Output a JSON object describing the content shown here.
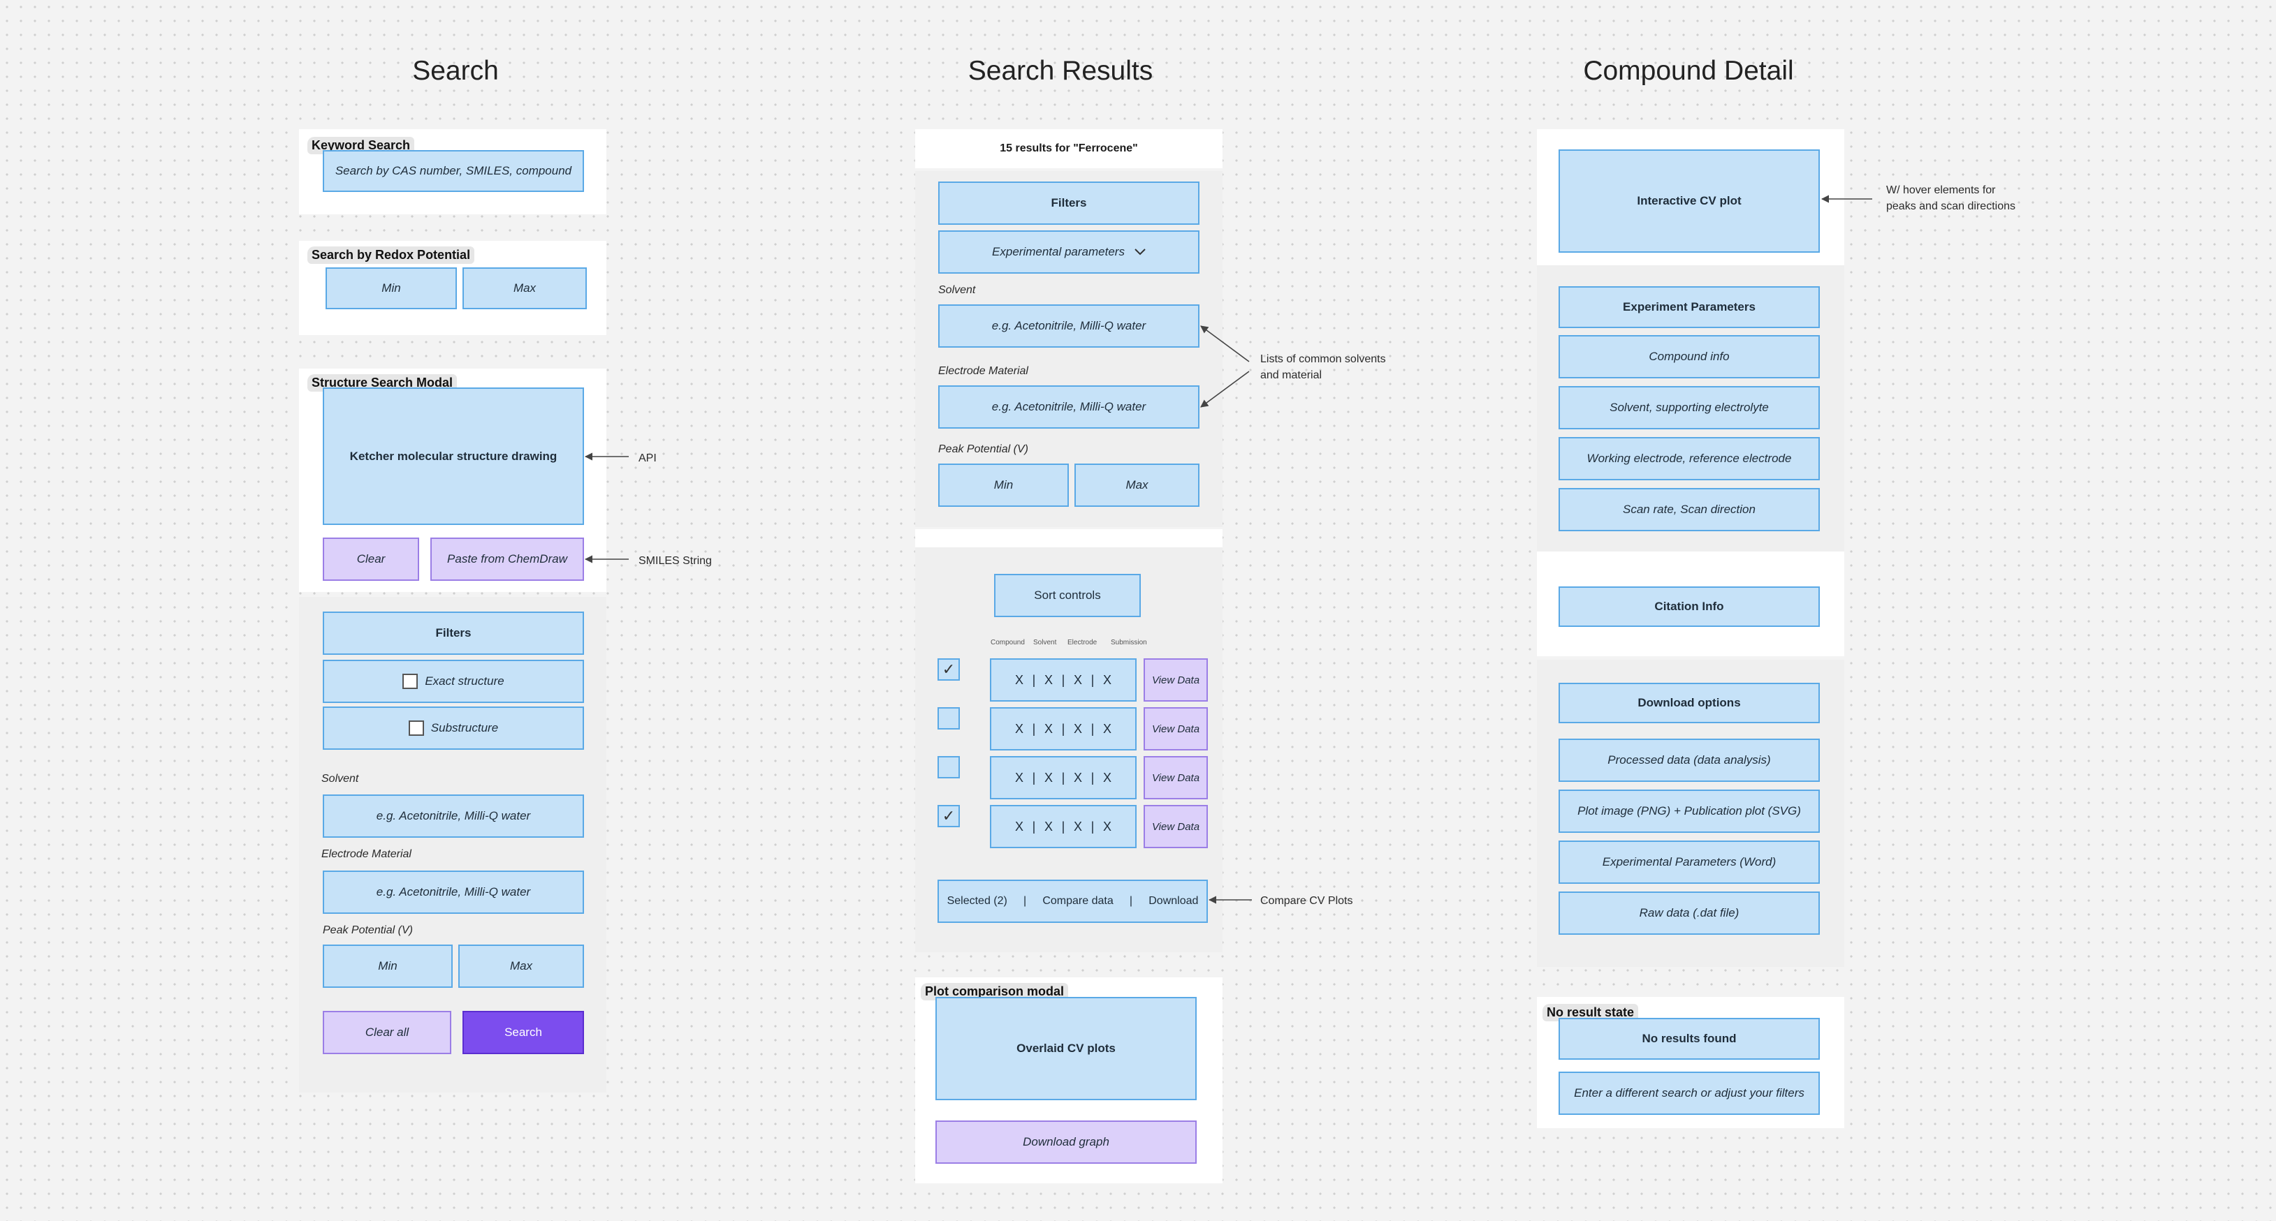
{
  "headings": {
    "search": "Search",
    "results": "Search Results",
    "detail": "Compound Detail"
  },
  "search": {
    "keyword": {
      "tag": "Keyword Search",
      "placeholder": "Search by CAS number, SMILES, compound"
    },
    "redox": {
      "tag": "Search by Redox Potential",
      "min": "Min",
      "max": "Max"
    },
    "structure": {
      "tag": "Structure Search Modal",
      "drawing": "Ketcher molecular structure drawing",
      "clear": "Clear",
      "paste": "Paste from ChemDraw",
      "api_note": "API",
      "smiles_note": "SMILES String"
    },
    "filters": {
      "title": "Filters",
      "exact": "Exact structure",
      "sub": "Substructure",
      "solvent_label": "Solvent",
      "solvent_placeholder": "e.g. Acetonitrile, Milli-Q water",
      "electrode_label": "Electrode Material",
      "electrode_placeholder": "e.g. Acetonitrile, Milli-Q water",
      "peak_label": "Peak Potential (V)",
      "min": "Min",
      "max": "Max",
      "clear_all": "Clear all",
      "search": "Search"
    }
  },
  "results": {
    "count_text": "15 results for \"Ferrocene\"",
    "filters": "Filters",
    "exp_params": "Experimental parameters",
    "solvent_label": "Solvent",
    "solvent_placeholder": "e.g. Acetonitrile, Milli-Q water",
    "electrode_label": "Electrode Material",
    "electrode_placeholder": "e.g. Acetonitrile, Milli-Q water",
    "peak_label": "Peak Potential (V)",
    "min": "Min",
    "max": "Max",
    "lists_note_1": "Lists of common solvents",
    "lists_note_2": "and material",
    "sort": "Sort controls",
    "columns": [
      "Compound",
      "Solvent",
      "Electrode",
      "Submission"
    ],
    "rows": [
      {
        "checked": true,
        "cells": [
          "X",
          "X",
          "X",
          "X"
        ],
        "action": "View Data"
      },
      {
        "checked": false,
        "cells": [
          "X",
          "X",
          "X",
          "X"
        ],
        "action": "View Data"
      },
      {
        "checked": false,
        "cells": [
          "X",
          "X",
          "X",
          "X"
        ],
        "action": "View Data"
      },
      {
        "checked": true,
        "cells": [
          "X",
          "X",
          "X",
          "X"
        ],
        "action": "View Data"
      }
    ],
    "separator": "|",
    "selected": "Selected (2)",
    "compare": "Compare data",
    "download": "Download",
    "compare_note": "Compare CV Plots",
    "plot_modal": {
      "tag": "Plot comparison modal",
      "overlaid": "Overlaid CV plots",
      "download_graph": "Download graph"
    }
  },
  "detail": {
    "cv_plot": "Interactive CV plot",
    "hover_note_1": "W/ hover elements for",
    "hover_note_2": "peaks and scan directions",
    "exp_params": "Experiment Parameters",
    "compound_info": "Compound info",
    "solvent": "Solvent, supporting electrolyte",
    "electrodes": "Working electrode, reference electrode",
    "scan": "Scan rate, Scan direction",
    "citation": "Citation Info",
    "download_options": "Download options",
    "processed": "Processed data (data analysis)",
    "plot_image": "Plot image (PNG) + Publication plot (SVG)",
    "exp_word": "Experimental Parameters (Word)",
    "raw": "Raw data (.dat file)",
    "no_result": {
      "tag": "No result state",
      "title": "No results found",
      "hint": "Enter a different search or adjust your filters"
    }
  },
  "colors": {
    "box_fill": "#c6e2f8",
    "box_border": "#5aa9e6",
    "purple_light": "#dcd0fa",
    "purple_dark": "#7c4dee"
  }
}
